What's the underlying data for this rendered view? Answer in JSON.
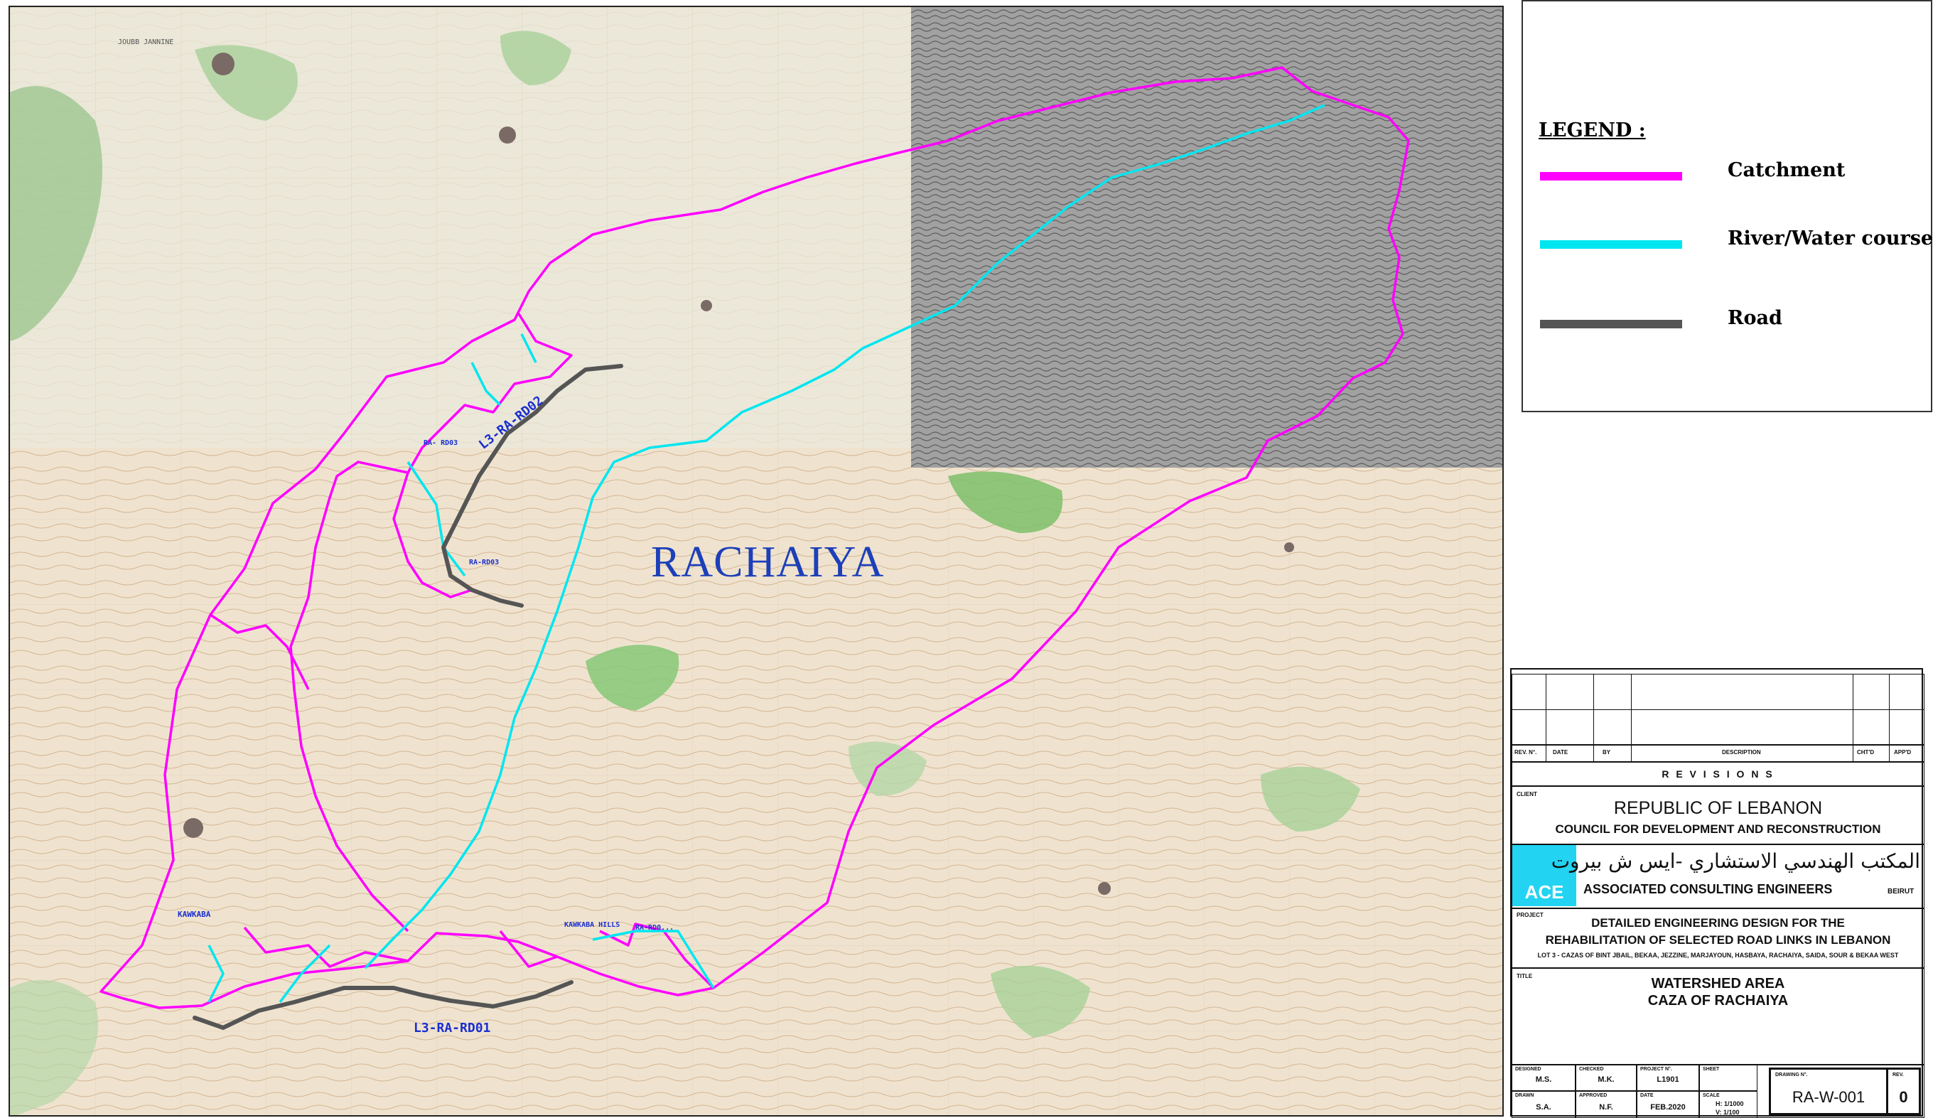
{
  "map": {
    "region_name": "RACHAIYA",
    "road_labels": [
      "L3-RA-RD02",
      "L3-RA-RD01"
    ],
    "small_labels": [
      "RA- RD03",
      "RA-RD03",
      "KAWKABA",
      "KAWKABA HILLS",
      "RA-RD0...",
      "JOUBB JANNINE"
    ]
  },
  "legend": {
    "title": "LEGEND :",
    "items": [
      {
        "label": "Catchment",
        "color": "#ff00ff"
      },
      {
        "label": "River/Water course",
        "color": "#00e6f0"
      },
      {
        "label": "Road",
        "color": "#555555"
      }
    ]
  },
  "title_block": {
    "revisions": {
      "headers": [
        "REV. N°.",
        "DATE",
        "BY",
        "DESCRIPTION",
        "CHT'D",
        "APP'D"
      ],
      "title": "R E V I S I O N S"
    },
    "client_tag": "CLIENT",
    "client_line1": "REPUBLIC OF LEBANON",
    "client_line2": "COUNCIL FOR DEVELOPMENT AND RECONSTRUCTION",
    "consultant_logo": "ACE",
    "consultant_arabic": "المكتب الهندسي الاستشاري -ايس ش بيروت",
    "consultant_english": "ASSOCIATED CONSULTING ENGINEERS",
    "consultant_city": "BEIRUT",
    "project_tag": "PROJECT",
    "project_line1": "DETAILED ENGINEERING DESIGN FOR THE",
    "project_line2": "REHABILITATION OF SELECTED ROAD LINKS IN LEBANON",
    "project_line3": "LOT 3 - CAZAS OF BINT JBAIL, BEKAA, JEZZINE, MARJAYOUN, HASBAYA, RACHAIYA, SAIDA, SOUR & BEKAA WEST",
    "title_tag": "TITLE",
    "title_line1": "WATERSHED AREA",
    "title_line2": "CAZA OF RACHAIYA",
    "footer": {
      "designed_tag": "DESIGNED",
      "designed": "M.S.",
      "checked_tag": "CHECKED",
      "checked": "M.K.",
      "project_no_tag": "PROJECT N°.",
      "project_no": "L1901",
      "drawn_tag": "DRAWN",
      "drawn": "S.A.",
      "approved_tag": "APPROVED",
      "approved": "N.F.",
      "date_tag": "DATE",
      "date": "FEB.2020",
      "scale_tag": "SCALE",
      "scale_h": "H: 1/1000",
      "scale_v": "V: 1/100",
      "sheet_tag": "SHEET",
      "drawing_no_tag": "DRAWING N°.",
      "drawing_no": "RA-W-001",
      "rev_tag": "REV.",
      "rev": "0"
    }
  }
}
